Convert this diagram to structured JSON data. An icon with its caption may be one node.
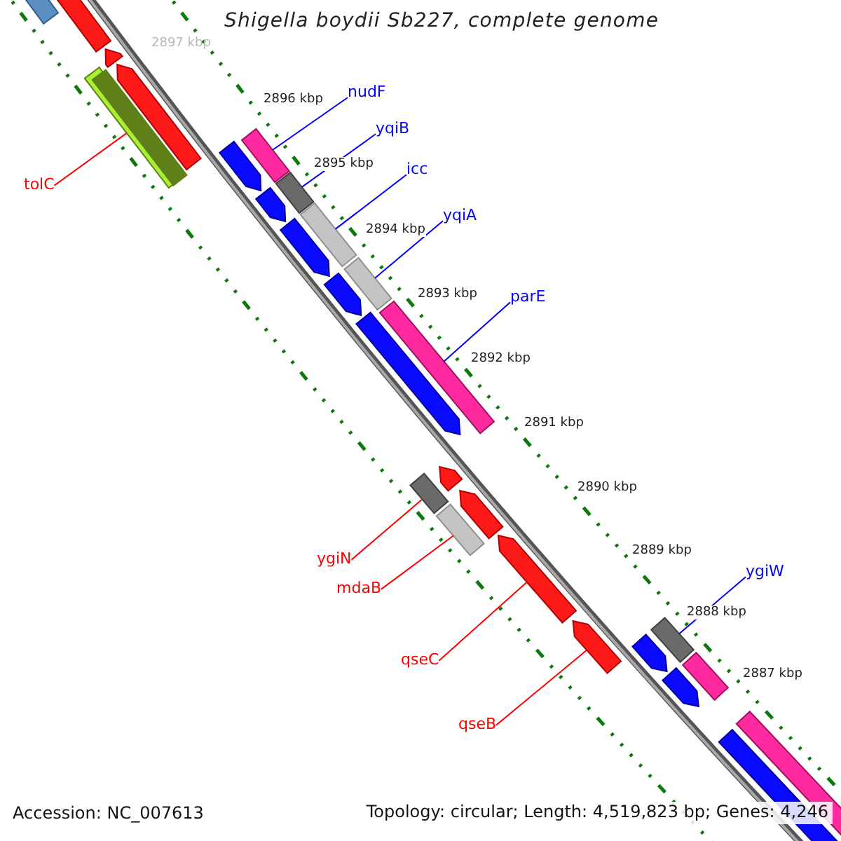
{
  "diagram": {
    "title": "Shigella boydii Sb227, complete genome",
    "nodes": [
      {
        "text": [
          "nudF"
        ]
      },
      {
        "text": [
          "yqiB"
        ]
      },
      {
        "text": [
          "icc"
        ]
      },
      {
        "text": [
          "yqiA"
        ]
      },
      {
        "text": [
          "parE"
        ]
      },
      {
        "text": [
          "tolC"
        ]
      },
      {
        "text": [
          "ygiN"
        ]
      },
      {
        "text": [
          "mdaB"
        ]
      },
      {
        "text": [
          "qseC"
        ]
      },
      {
        "text": [
          "qseB"
        ]
      },
      {
        "text": [
          "ygiW"
        ]
      },
      {
        "text": [],
        "shape": "bar"
      },
      {
        "text": [],
        "shape": "bar"
      },
      {
        "text": [],
        "shape": "bar"
      },
      {
        "text": [],
        "shape": "bar"
      },
      {
        "text": [],
        "shape": "bar"
      },
      {
        "text": [],
        "shape": "bar"
      },
      {
        "text": [],
        "shape": "bar"
      },
      {
        "text": [],
        "shape": "bar"
      },
      {
        "text": [],
        "shape": "bar"
      },
      {
        "text": [],
        "shape": "bar"
      },
      {
        "text": [],
        "shape": "bar"
      },
      {
        "text": [],
        "shape": "bar"
      },
      {
        "text": [],
        "shape": "bar"
      },
      {
        "text": [],
        "shape": "bar"
      },
      {
        "text": [],
        "shape": "bar"
      },
      {
        "text": [],
        "shape": "bar"
      },
      {
        "text": [],
        "shape": "bar"
      },
      {
        "text": [],
        "shape": "bar"
      },
      {
        "text": [],
        "shape": "bar"
      },
      {
        "text": [],
        "shape": "bar"
      },
      {
        "text": [],
        "shape": "bar"
      },
      {
        "text": [],
        "shape": "bar"
      },
      {
        "text": [],
        "shape": "bar"
      },
      {
        "text": [],
        "shape": "bar"
      },
      {
        "text": [],
        "shape": "bar"
      },
      {
        "text": [],
        "shape": "bar"
      },
      {
        "text": [],
        "shape": "bar"
      }
    ],
    "edges": [
      {
        "from": 0,
        "to": 16,
        "arrow": "none"
      },
      {
        "from": 1,
        "to": 18,
        "arrow": "none"
      },
      {
        "from": 2,
        "to": 20,
        "arrow": "none"
      },
      {
        "from": 3,
        "to": 22,
        "arrow": "none"
      },
      {
        "from": 4,
        "to": 24,
        "arrow": "none"
      },
      {
        "from": 5,
        "to": 15,
        "arrow": "none",
        "color": "#ff0000"
      },
      {
        "from": 6,
        "to": 27,
        "arrow": "none",
        "color": "#ff0000"
      },
      {
        "from": 7,
        "to": 29,
        "arrow": "none",
        "color": "#ff0000"
      },
      {
        "from": 8,
        "to": 30,
        "arrow": "none",
        "color": "#ff0000"
      },
      {
        "from": 9,
        "to": 32,
        "arrow": "none",
        "color": "#ff0000"
      },
      {
        "from": 10,
        "to": 31,
        "arrow": "none"
      }
    ],
    "labels": [
      "2897 kbp",
      "2896 kbp",
      "2895 kbp",
      "2894 kbp",
      "2893 kbp",
      "2892 kbp",
      "2891 kbp",
      "2890 kbp",
      "2889 kbp",
      "2888 kbp",
      "2887 kbp",
      "Accession: NC_007613",
      "Topology: circular; Length: 4,519,823 bp; Genes: 4,246"
    ]
  }
}
